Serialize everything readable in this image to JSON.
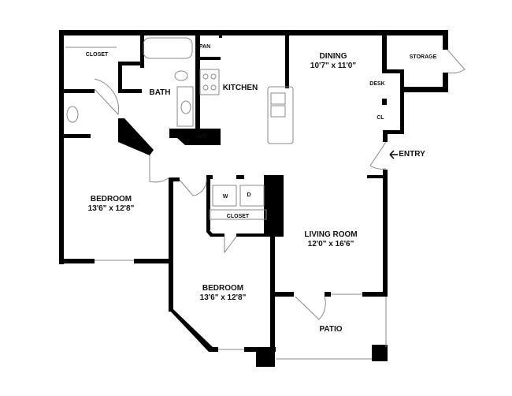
{
  "rooms": {
    "closet_top": "CLOSET",
    "bath": "BATH",
    "pantry": "PAN",
    "kitchen": "KITCHEN",
    "ac": "A/C",
    "dining": {
      "name": "DINING",
      "size": "10'7\" x 11'0\""
    },
    "storage": "STORAGE",
    "desk": "DESK",
    "linen_closet": "CL",
    "entry": "ENTRY",
    "bedroom1": {
      "name": "BEDROOM",
      "size": "13'6\" x 12'8\""
    },
    "bedroom2": {
      "name": "BEDROOM",
      "size": "13'6\" x 12'8\""
    },
    "washer": "W",
    "dryer": "D",
    "closet_laundry": "CLOSET",
    "living": {
      "name": "LIVING ROOM",
      "size": "12'0\" x 16'6\""
    },
    "patio": "PATIO"
  },
  "colors": {
    "wall": "#000000",
    "fixture": "#888888"
  }
}
